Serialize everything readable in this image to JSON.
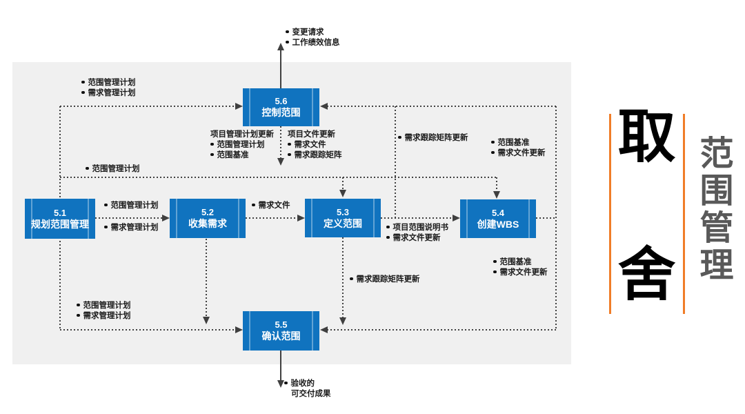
{
  "diagram": {
    "boxes": [
      {
        "num": "5.6",
        "name": "控制范围"
      },
      {
        "num": "5.1",
        "name": "规划范围管理"
      },
      {
        "num": "5.2",
        "name": "收集需求"
      },
      {
        "num": "5.3",
        "name": "定义范围"
      },
      {
        "num": "5.4",
        "name": "创建WBS"
      },
      {
        "num": "5.5",
        "name": "确认范围"
      }
    ],
    "labels": {
      "top_output": {
        "items": [
          "变更请求",
          "工作绩效信息"
        ]
      },
      "top_left": {
        "items": [
          "范围管理计划",
          "需求管理计划"
        ]
      },
      "mid_left": {
        "items": [
          "范围管理计划"
        ]
      },
      "pm_updates": {
        "heading": "项目管理计划更新",
        "items": [
          "范围管理计划",
          "范围基准"
        ]
      },
      "doc_updates": {
        "heading": "项目文件更新",
        "items": [
          "需求文件",
          "需求跟踪矩阵"
        ]
      },
      "matrix_top": {
        "items": [
          "需求跟踪矩阵更新"
        ]
      },
      "baseline_top": {
        "items": [
          "范围基准",
          "需求文件更新"
        ]
      },
      "out_51": {
        "items": [
          "范围管理计划",
          "需求管理计划"
        ]
      },
      "out_52": {
        "items": [
          "需求文件"
        ]
      },
      "out_53": {
        "items": [
          "项目范围说明书",
          "需求文件更新"
        ]
      },
      "matrix_bottom": {
        "items": [
          "需求跟踪矩阵更新"
        ]
      },
      "baseline_bottom": {
        "items": [
          "范围基准",
          "需求文件更新"
        ]
      },
      "bottom_left": {
        "items": [
          "范围管理计划",
          "需求管理计划"
        ]
      },
      "bottom_output": {
        "items": [
          "验收的"
        ],
        "continuation": "可交付成果"
      }
    }
  },
  "side": {
    "big_top": "取",
    "big_bottom": "舍",
    "vertical_title": "范围管理"
  },
  "colors": {
    "box_blue": "#1073BF",
    "box_stripe_light": "#4C94CE",
    "accent_orange": "#F07D28",
    "title_gray": "#595959",
    "line_gray": "#3F3F3F",
    "panel_gray": "#F0F0F0"
  }
}
